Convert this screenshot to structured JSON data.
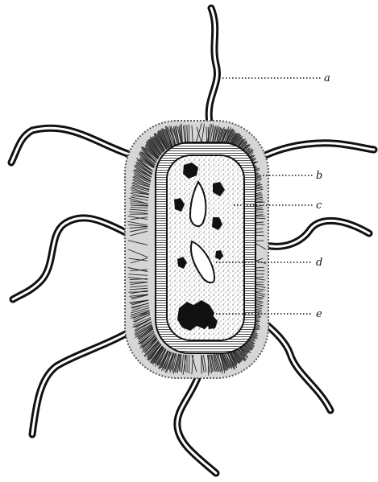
{
  "diagram": {
    "labels": [
      {
        "id": "a",
        "text": "a"
      },
      {
        "id": "b",
        "text": "b"
      },
      {
        "id": "c",
        "text": "c"
      },
      {
        "id": "d",
        "text": "d"
      },
      {
        "id": "e",
        "text": "e"
      }
    ],
    "colors": {
      "ink": "#111111",
      "paper": "#ffffff"
    }
  }
}
